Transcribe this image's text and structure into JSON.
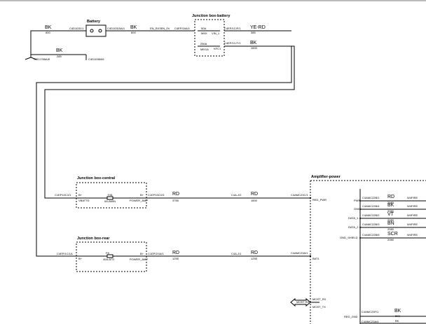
{
  "colors": {
    "wire": "#000000",
    "dashed_box": "#000000",
    "background": "#ffffff"
  },
  "battery": {
    "title": "Battery",
    "left_wire_color": "BK",
    "left_wire_section": "600",
    "left_connector": "C4D1031/1",
    "right_connector": "C4D10315A/1",
    "right_wire_color": "BK",
    "right_wire_section": "600",
    "net_label": "EN_RX3EN_0V",
    "ground_wire_color": "BK",
    "ground_wire_section": "285",
    "ground_left": "C4D1768A/8",
    "ground_right": "C4D10384/6"
  },
  "junction_battery": {
    "title": "Junction box-battery",
    "in_connector": "C4EP/16A/1",
    "fuse1_rating": "50A",
    "fuse1_label": "MIDI",
    "fuse2_rating": "250A",
    "fuse2_label": "MEGA",
    "pin1_label": "VIN_1",
    "pin2_label": "KFC1",
    "out1_connector": "C4EP/1C/F/1",
    "out1_wire_color": "YE-RD",
    "out1_wire_section": "385",
    "out2_connector": "C4EP/1C/T/1",
    "out2_wire_color": "BK",
    "out2_wire_section": "1600"
  },
  "junction_central": {
    "title": "Junction box-central",
    "in_connector": "C1EP10C/21",
    "pin_in": "B+",
    "pin_in_label": "VBATTD",
    "fuse_id": "F81",
    "fuse_rating": "5A,AMIN",
    "pin_out": "B+",
    "pin_out_label": "POWER_AMP",
    "out_connector": "C1EP10C/23"
  },
  "junction_rear": {
    "title": "Junction box-rear",
    "in_connector": "C4EP/1C/1A",
    "pin_in": "B+",
    "fuse_id": "F8",
    "fuse_rating": "40A,ATO",
    "pin_out": "B+",
    "pin_out_label": "POWER_AMP",
    "out_connector": "C1EP/2/16/1"
  },
  "wires": {
    "central_seg1_color": "RD",
    "central_seg1_section": "3755",
    "central_splice": "C4A-J/2",
    "central_seg2_color": "RD",
    "central_seg2_section": "1600",
    "rear_seg1_color": "RD",
    "rear_seg1_section": "1255",
    "rear_splice": "C4A-J/1",
    "rear_seg2_color": "RD",
    "rear_seg2_section": "1255"
  },
  "amplifier": {
    "title": "Amplifier-power",
    "pwr_connector": "C4AMC23C/1",
    "pwr_pin": "RED_PWR",
    "rear_connector": "C4AMC23A/1",
    "rear_pin": "BAT1",
    "most_rx": "MOST_RX",
    "most_tx": "MOST_TX",
    "arrow_label": "MOST RX",
    "red_gnd": "RED_GND",
    "bottom_connector": "C4AMC23F/1",
    "bottom_wire_color": "BK",
    "bottom_wire_section": "590",
    "bottom_connector2": "C4AMC23A/4",
    "bottom_wire2_color": "BK",
    "signals": [
      {
        "pin": "PWR",
        "connector": "C4AMC22B/1",
        "color": "RD",
        "section": "2080",
        "tag": "W4FIRE"
      },
      {
        "pin": "GND",
        "connector": "C4AMC22B/4",
        "color": "BK",
        "section": "2080",
        "tag": "W4FIRE"
      },
      {
        "pin": "DATA_1",
        "connector": "C4AMC22B/2",
        "color": "VT",
        "section": "2080",
        "tag": "W4FIRE"
      },
      {
        "pin": "DATA_2",
        "connector": "C4AMC22B/3",
        "color": "BN",
        "section": "2080",
        "tag": "W4FIRE"
      },
      {
        "pin": "GND_SHIELD",
        "connector": "C4AMC22B/5",
        "color": "SCR",
        "section": "2080",
        "tag": "W4FIRE"
      }
    ]
  }
}
